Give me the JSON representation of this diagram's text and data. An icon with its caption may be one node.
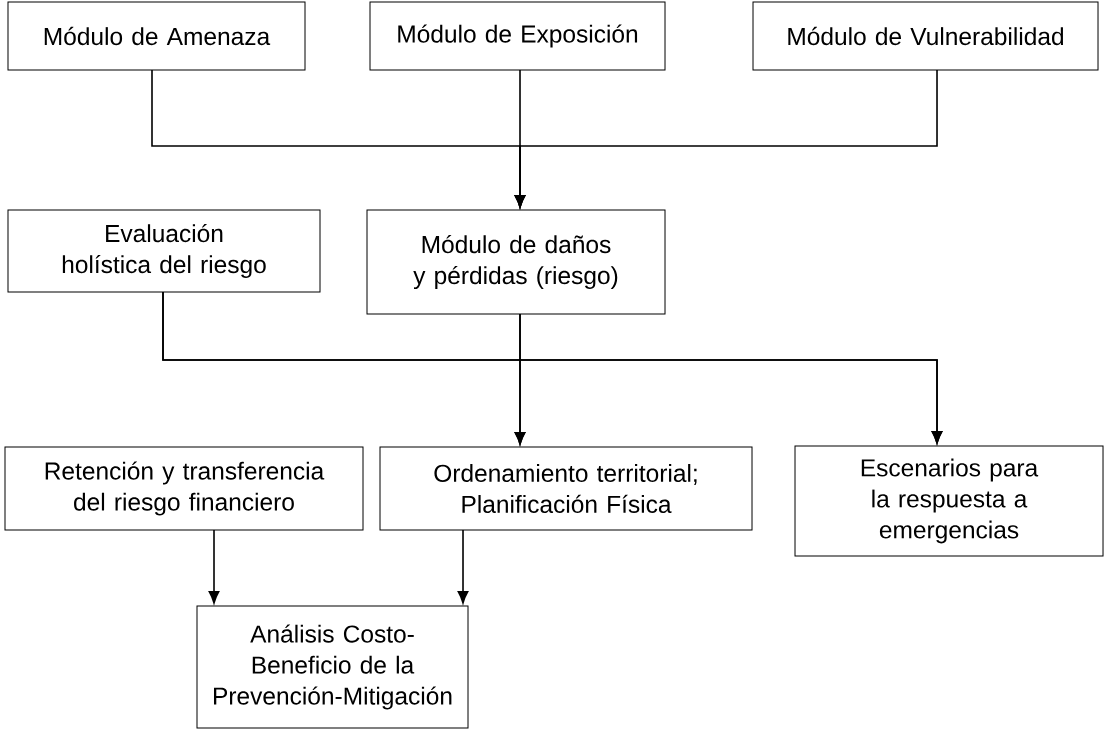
{
  "diagram": {
    "nodes": [
      {
        "text": [
          "Módulo de Amenaza"
        ]
      },
      {
        "text": [
          "Módulo de Exposición"
        ]
      },
      {
        "text": [
          "Módulo de Vulnerabilidad"
        ]
      },
      {
        "text": [
          "Evaluación holística del riesgo"
        ]
      },
      {
        "text": [
          "Módulo de daños y pérdidas (riesgo)"
        ]
      },
      {
        "text": [
          "Retención y transferencia del riesgo financiero"
        ]
      },
      {
        "text": [
          "Ordenamiento territorial; Planificación Física"
        ]
      },
      {
        "text": [
          "Escenarios para la respuesta a emergencias"
        ]
      },
      {
        "text": [
          "Análisis Costo-Beneficio de la Prevención-Mitigación"
        ]
      }
    ],
    "edges": [
      {
        "from": 0,
        "to": 4,
        "arrow": "to"
      },
      {
        "from": 1,
        "to": 4,
        "arrow": "to"
      },
      {
        "from": 2,
        "to": 4,
        "arrow": "to"
      },
      {
        "from": 3,
        "to": 6,
        "arrow": "to"
      },
      {
        "from": 3,
        "to": 7,
        "arrow": "to"
      },
      {
        "from": 4,
        "to": 6,
        "arrow": "to"
      },
      {
        "from": 4,
        "to": 7,
        "arrow": "to"
      },
      {
        "from": 5,
        "to": 8,
        "arrow": "to"
      },
      {
        "from": 6,
        "to": 8,
        "arrow": "to"
      }
    ]
  }
}
